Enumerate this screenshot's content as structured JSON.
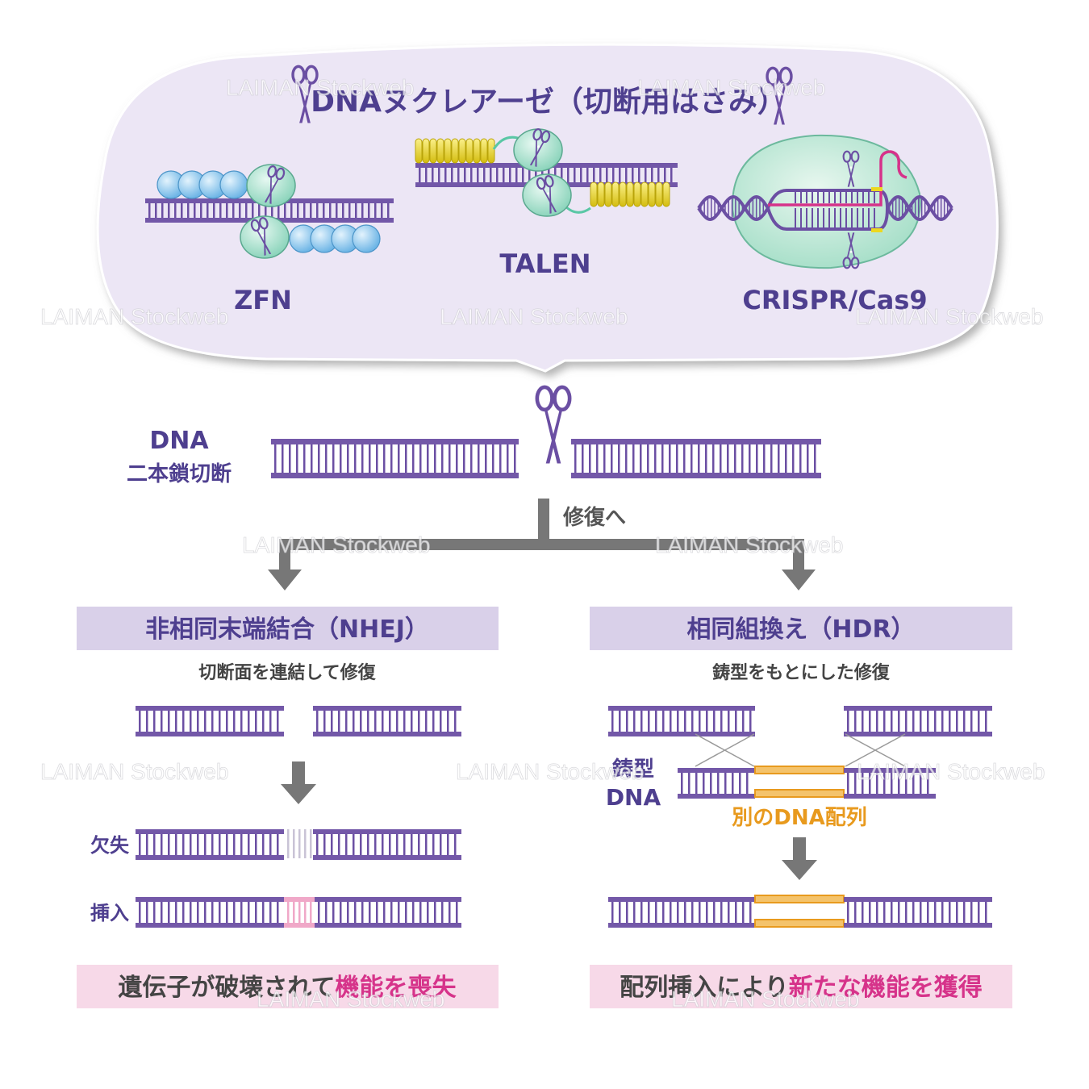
{
  "colors": {
    "purple": "#6b4fa3",
    "text_purple": "#4e3f8f",
    "bubble_fill": "#ece6f5",
    "label_band": "#d9d0e9",
    "result_band": "#f7d9e8",
    "magenta": "#d6338a",
    "orange": "#e89a1e",
    "orange_fill": "#f4c36b",
    "gray_arrow": "#777777",
    "zfn_blue": "#8ec9ee",
    "nuclease_green": "#a7e3cf",
    "tale_yellow": "#ecd820",
    "insert_pink": "#f0a8c8"
  },
  "bubble": {
    "title": "DNAヌクレアーゼ（切断用はさみ）",
    "zfn_label": "ZFN",
    "talen_label": "TALEN",
    "crispr_label": "CRISPR/Cas9"
  },
  "cut": {
    "label_line1": "DNA",
    "label_line2": "二本鎖切断",
    "to_repair": "修復へ"
  },
  "nhej": {
    "title": "非相同末端結合（NHEJ）",
    "subtitle": "切断面を連結して修復",
    "deletion_label": "欠失",
    "insertion_label": "挿入",
    "result_plain": "遺伝子が破壊されて",
    "result_highlight": "機能を喪失"
  },
  "hdr": {
    "title": "相同組換え（HDR）",
    "subtitle": "鋳型をもとにした修復",
    "template_line1": "鋳型",
    "template_line2": "DNA",
    "other_seq": "別のDNA配列",
    "result_plain": "配列挿入により",
    "result_highlight": "新たな機能を獲得"
  },
  "watermark": "LAIMAN Stockweb",
  "icons": [
    "scissors-icon"
  ]
}
